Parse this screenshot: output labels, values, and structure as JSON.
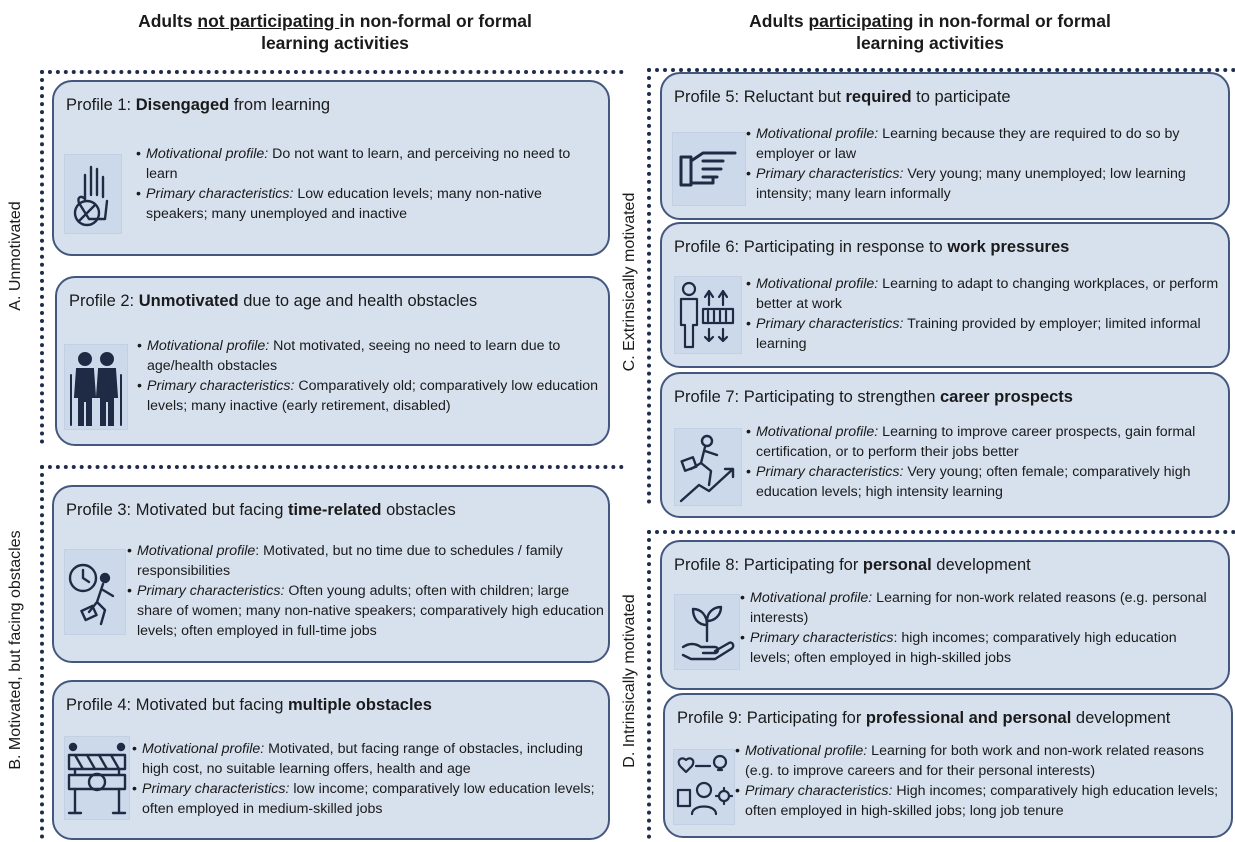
{
  "columns": {
    "left": {
      "prefix": "Adults ",
      "emphasis": "not participating ",
      "suffix": "in non-formal or formal",
      "line2": "learning activities"
    },
    "right": {
      "prefix": "Adults ",
      "emphasis": "participating",
      "suffix": " in non-formal or formal",
      "line2": "learning activities"
    }
  },
  "groups": {
    "A": "A. Unmotivated",
    "B": "B. Motivated, but facing obstacles",
    "C": "C. Extrinsically motivated",
    "D": "D. Intrinsically motivated"
  },
  "profiles": [
    {
      "prefix": "Profile 1: ",
      "bold": "Disengaged",
      "suffix": " from learning",
      "mot_label": "Motivational profile:",
      "mot_text": " Do not want to learn, and perceiving no need to learn",
      "char_label": "Primary characteristics:",
      "char_text": " Low education levels; many non-native speakers; many unemployed and inactive",
      "icon": "raised-hand-stop-icon"
    },
    {
      "prefix": "Profile 2: ",
      "bold": "Unmotivated",
      "suffix": " due to age and health obstacles",
      "mot_label": "Motivational profile:",
      "mot_text": " Not motivated, seeing no need to learn due to age/health obstacles",
      "char_label": "Primary characteristics:",
      "char_text": " Comparatively old; comparatively low education levels; many inactive (early retirement, disabled)",
      "icon": "elderly-couple-icon"
    },
    {
      "prefix": "Profile 3: Motivated but facing ",
      "bold": "time-related",
      "suffix": " obstacles",
      "mot_label": "Motivational profile",
      "mot_text": ": Motivated, but no time due to schedules / family responsibilities",
      "char_label": "Primary characteristics:",
      "char_text": " Often young adults; often with children; large share of women; many non-native speakers; comparatively high education levels; often employed in full-time jobs",
      "icon": "clock-running-person-icon"
    },
    {
      "prefix": "Profile 4: Motivated but facing ",
      "bold": "multiple obstacles",
      "suffix": "",
      "mot_label": "Motivational profile:",
      "mot_text": " Motivated, but facing range of obstacles, including high cost, no suitable learning offers, health and age",
      "char_label": "Primary characteristics:",
      "char_text": " low income; comparatively low education levels; often employed in medium-skilled jobs",
      "icon": "road-barrier-icon"
    },
    {
      "prefix": "Profile 5: Reluctant but ",
      "bold": "required",
      "suffix": " to participate",
      "mot_label": "Motivational profile:",
      "mot_text": " Learning because they are required to do so by employer or law",
      "char_label": "Primary characteristics:",
      "char_text": " Very young; many unemployed; low learning intensity; many learn informally",
      "icon": "pointing-hand-icon"
    },
    {
      "prefix": "Profile 6: Participating in response to ",
      "bold": "work pressures",
      "suffix": "",
      "mot_label": "Motivational profile:",
      "mot_text": " Learning to adapt to changing workplaces, or perform better at work",
      "char_label": "Primary characteristics:",
      "char_text": " Training provided by employer; limited informal learning",
      "icon": "worker-pressure-icon"
    },
    {
      "prefix": "Profile 7: Participating to strengthen ",
      "bold": "career prospects",
      "suffix": "",
      "mot_label": "Motivational profile:",
      "mot_text": " Learning to improve career prospects, gain formal certification, or to perform their jobs better",
      "char_label": "Primary characteristics:",
      "char_text": " Very young; often female; comparatively high education levels; high intensity learning",
      "icon": "career-climb-icon"
    },
    {
      "prefix": "Profile 8: Participating for ",
      "bold": "personal",
      "suffix": " development",
      "mot_label": "Motivational profile:",
      "mot_text": " Learning for non-work related reasons (e.g. personal interests)",
      "char_label": "Primary characteristics",
      "char_text": ": high incomes; comparatively high education levels; often employed in high-skilled jobs",
      "icon": "plant-in-hand-icon"
    },
    {
      "prefix": "Profile 9: Participating for ",
      "bold": "professional and personal",
      "suffix": " development",
      "mot_label": "Motivational profile:",
      "mot_text": " Learning for both work and non-work related reasons (e.g. to improve careers and for their personal interests)",
      "char_label": "Primary characteristics:",
      "char_text": " High incomes; comparatively high education levels; often employed in high-skilled jobs; long job tenure",
      "icon": "professional-growth-icon"
    }
  ],
  "colors": {
    "card_fill": "#d7e1ee",
    "card_border": "#44577e",
    "dotted_border": "#1f2d4d",
    "icon_stroke": "#1f2b44"
  }
}
